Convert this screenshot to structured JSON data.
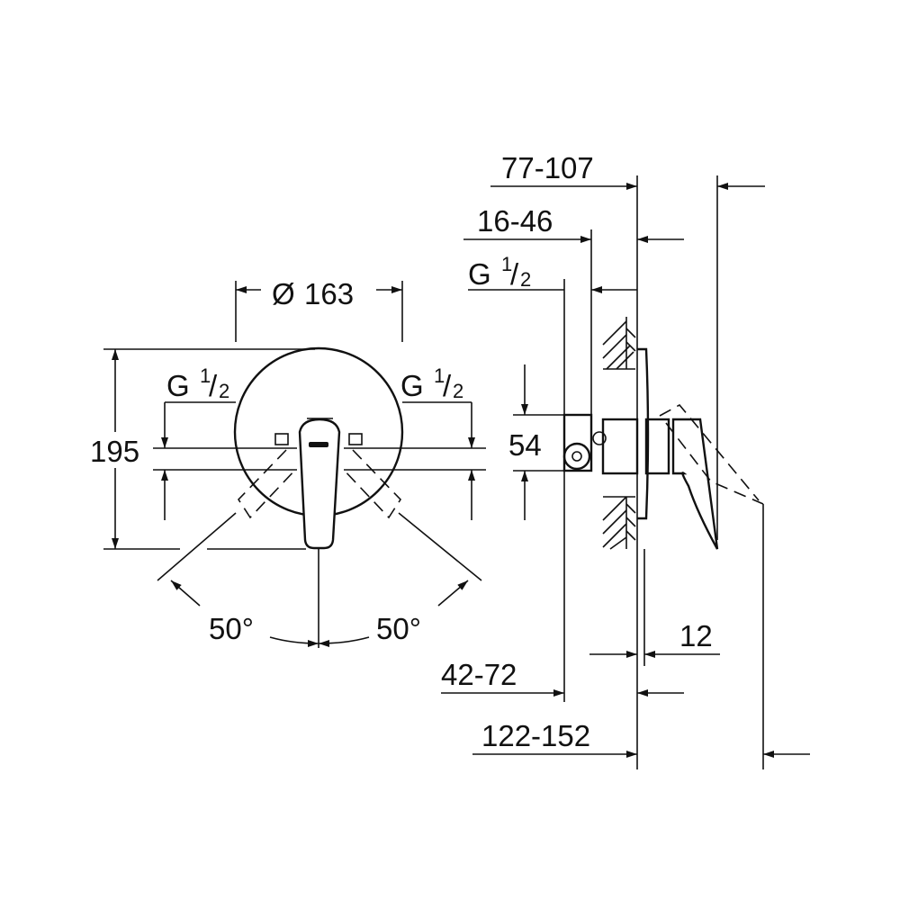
{
  "front_view": {
    "diameter": {
      "symbol": "Ø",
      "value": "163"
    },
    "height": "195",
    "thread_left": {
      "letter": "G",
      "num": "1",
      "den": "2"
    },
    "thread_right": {
      "letter": "G",
      "num": "1",
      "den": "2"
    },
    "angle_left": "50°",
    "angle_right": "50°"
  },
  "side_view": {
    "dim_top": "77-107",
    "dim_second": "16-46",
    "thread": {
      "letter": "G",
      "num": "1",
      "den": "2"
    },
    "pipe_spacing": "54",
    "dim_12": "12",
    "dim_bottom1": "42-72",
    "dim_bottom2": "122-152"
  }
}
